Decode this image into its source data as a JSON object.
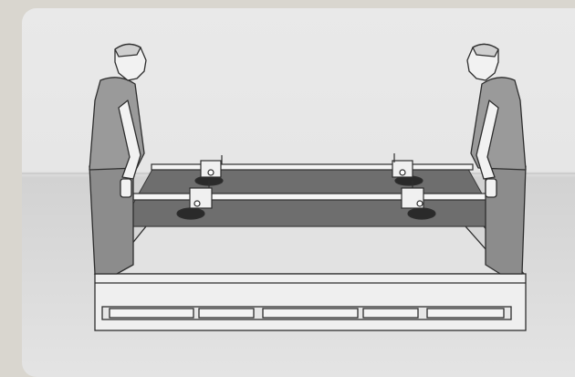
{
  "scene": {
    "figures": [
      "person-left",
      "person-right"
    ],
    "object": "glass-panel-with-suction-lifters",
    "colors": {
      "background_outer": "#d9d6cf",
      "wall": "#e9e9e9",
      "floor": "#dcdcdc",
      "panel": "#6e6e6e",
      "skin": "#f2f2f2",
      "shirt": "#9a9a9a",
      "pants": "#8c8c8c",
      "outline": "#2e2e2e"
    }
  }
}
